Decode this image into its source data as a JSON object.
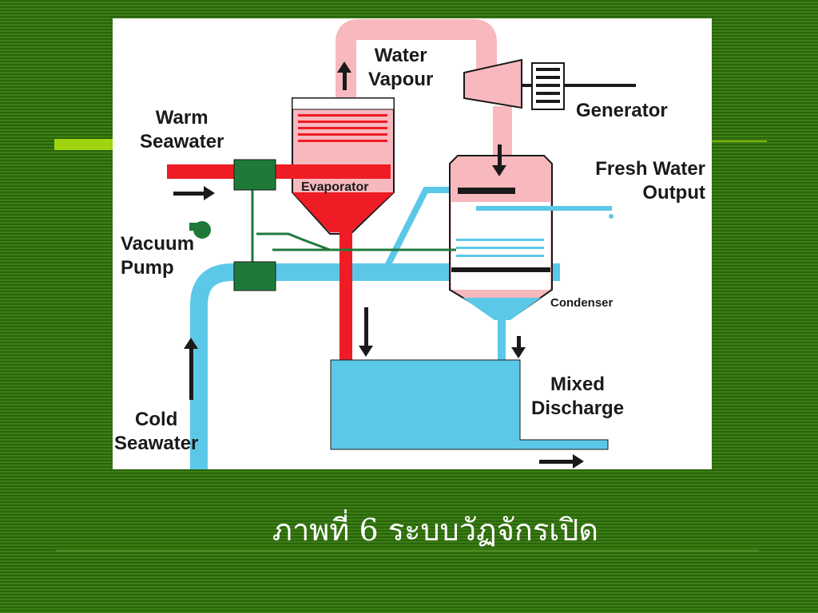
{
  "diagram": {
    "labels": {
      "warm_seawater": [
        "Warm",
        "Seawater"
      ],
      "water_vapour": [
        "Water",
        "Vapour"
      ],
      "generator": "Generator",
      "fresh_water_output": [
        "Fresh Water",
        "Output"
      ],
      "evaporator": "Evaporator",
      "vacuum_pump": [
        "Vacuum",
        "Pump"
      ],
      "condenser": "Condenser",
      "mixed_discharge": [
        "Mixed",
        "Discharge"
      ],
      "cold_seawater": [
        "Cold",
        "Seawater"
      ]
    },
    "colors": {
      "warm": "#ee1c24",
      "vapour": "#f7b8be",
      "cold": "#5cc8e8",
      "valve": "#1f7a3a",
      "line": "#1a1a1a"
    },
    "icons": [
      "arrow-up-icon",
      "arrow-down-icon",
      "arrow-right-icon",
      "turbine-icon",
      "generator-icon",
      "valve-icon",
      "vacuum-pump-icon"
    ]
  },
  "caption": "ภาพที่  6 ระบบวัฏจักรเปิด"
}
